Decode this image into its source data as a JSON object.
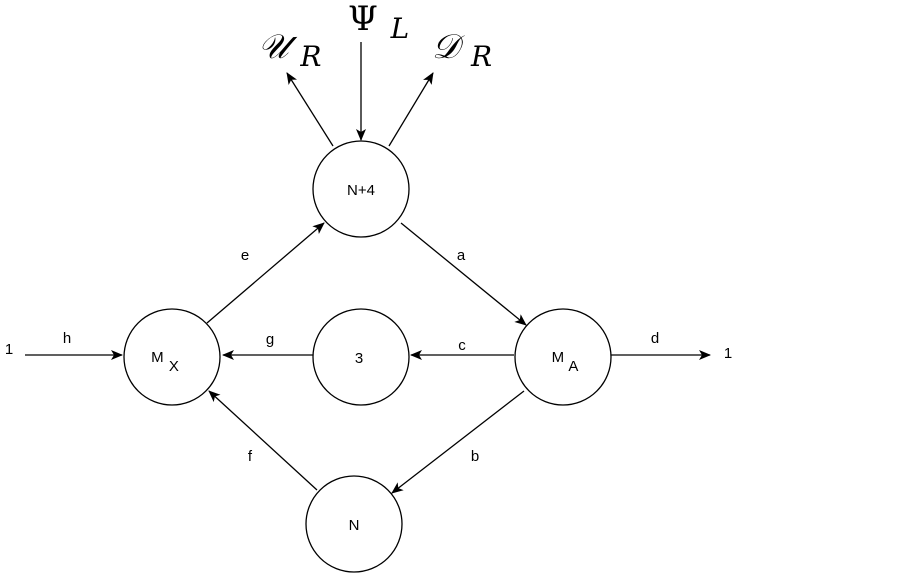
{
  "nodes": {
    "top": {
      "label": "N+4"
    },
    "mx": {
      "main": "M",
      "sub": "X"
    },
    "ma": {
      "main": "M",
      "sub": "A"
    },
    "mid": {
      "label": "3"
    },
    "bottom": {
      "label": "N"
    }
  },
  "edges": {
    "a": "a",
    "b": "b",
    "c": "c",
    "d": "d",
    "e": "e",
    "f": "f",
    "g": "g",
    "h": "h"
  },
  "terminals": {
    "left": "1",
    "right": "1"
  },
  "outputs": {
    "ur": {
      "main": "𝒰",
      "sub": "R"
    },
    "psi": {
      "main": "Ψ",
      "sub": "L"
    },
    "dr": {
      "main": "𝒟",
      "sub": "R"
    }
  },
  "colors": {
    "stroke": "#000000",
    "fill": "#ffffff"
  }
}
